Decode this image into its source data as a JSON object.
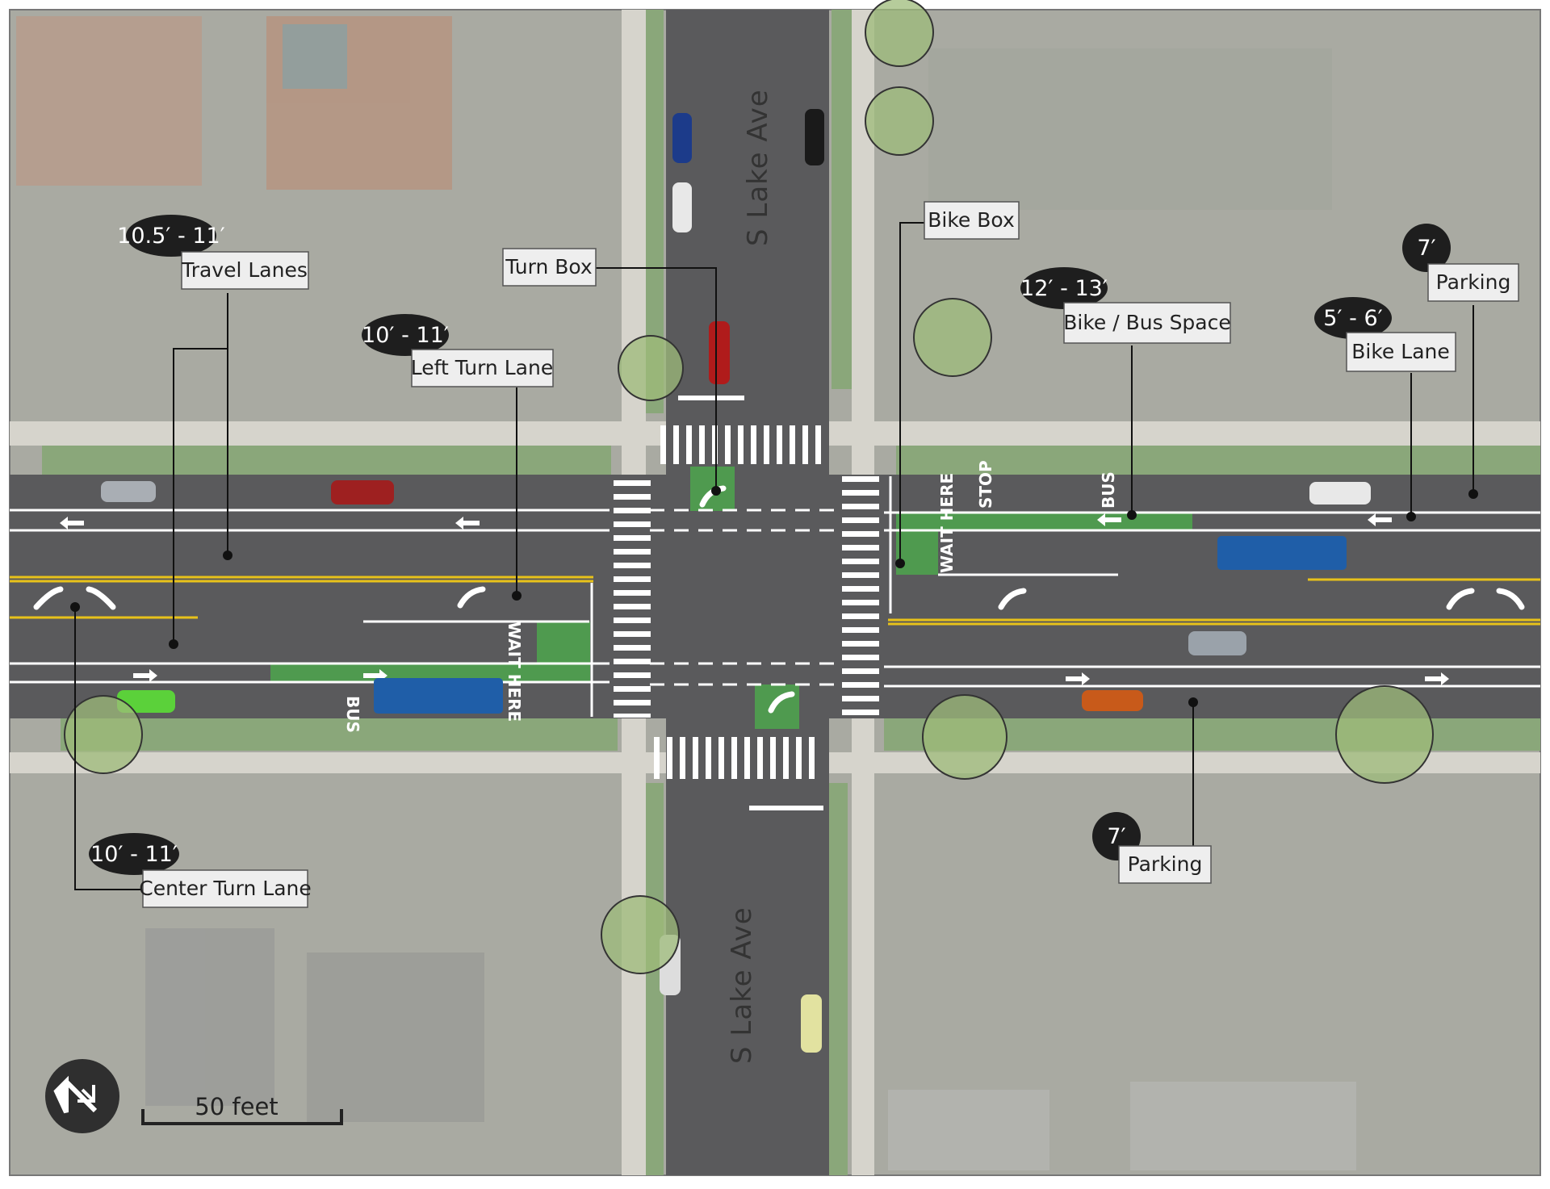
{
  "streets": {
    "north": "S Lake Ave",
    "south": "S Lake Ave"
  },
  "callouts": {
    "travel_lanes": {
      "dimension": "10.5′ - 11′",
      "label": "Travel Lanes"
    },
    "left_turn_lane": {
      "dimension": "10′ - 11′",
      "label": "Left Turn Lane"
    },
    "turn_box": {
      "label": "Turn Box"
    },
    "bike_box": {
      "label": "Bike Box"
    },
    "bike_bus_space": {
      "dimension": "12′ - 13′",
      "label": "Bike / Bus Space"
    },
    "parking_north": {
      "dimension": "7′",
      "label": "Parking"
    },
    "bike_lane": {
      "dimension": "5′ - 6′",
      "label": "Bike Lane"
    },
    "center_turn_lane": {
      "dimension": "10′ - 11′",
      "label": "Center Turn Lane"
    },
    "parking_south": {
      "dimension": "7′",
      "label": "Parking"
    }
  },
  "pavement_markings": {
    "stop": "STOP",
    "bus_east": "BUS",
    "bus_west": "BUS",
    "wait_here_east": "WAIT HERE",
    "wait_here_west": "WAIT HERE"
  },
  "scale_bar": {
    "label": "50 feet"
  },
  "north_arrow": {
    "icon": "north-arrow-icon"
  },
  "colors": {
    "road": "#5a5a5c",
    "bike_lane_green": "#4f9a4f",
    "sidewalk": "#d6d4cc",
    "grass": "#8aa77a",
    "center_line": "#e8c21a",
    "label_box": "#eeeeee",
    "dimension_badge": "#1e1e1e",
    "bus": "#1f5ea8"
  }
}
